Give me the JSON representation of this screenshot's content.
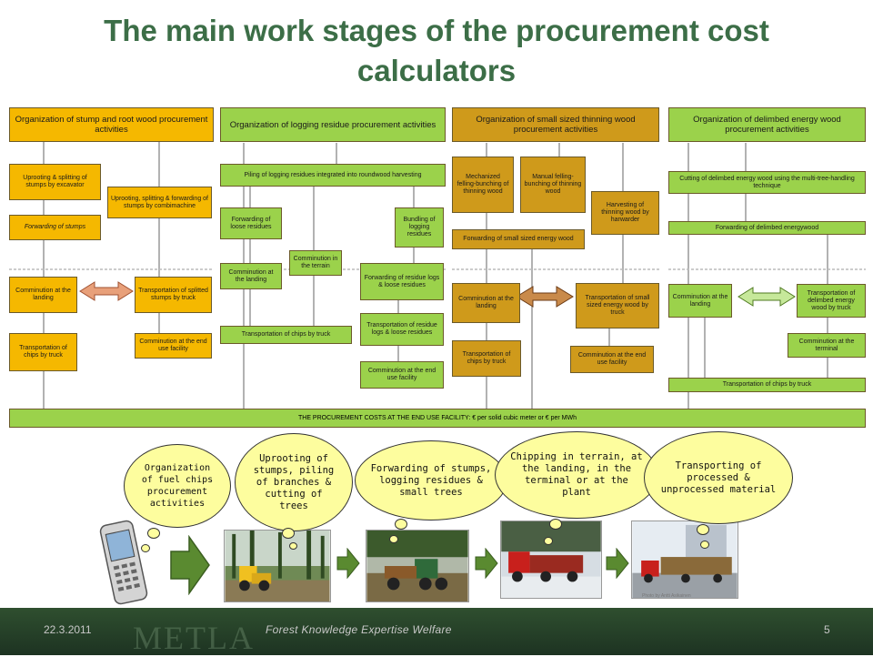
{
  "title": "The main work stages of the procurement cost calculators",
  "columns": [
    {
      "header": "Organization of stump and root wood procurement activities",
      "boxes": [
        "Uprooting & splitting of stumps by excavator",
        "Uprooting, splitting & forwarding of stumps by combimachine",
        "Forwarding of stumps",
        "Comminution at the landing",
        "Transportation of splitted stumps by truck",
        "Transportation of chips by truck",
        "Comminution at the end use facility"
      ]
    },
    {
      "header": "Organization of logging residue procurement activities",
      "boxes": [
        "Piling of logging residues integrated into roundwood harvesting",
        "Forwarding of loose residues",
        "Bundling of logging residues",
        "Comminution in the terrain",
        "Comminution at the landing",
        "Forwarding of residue logs & loose residues",
        "Transportation of residue logs & loose residues",
        "Transportation of chips by truck",
        "Comminution at the end use facility"
      ]
    },
    {
      "header": "Organization of small sized thinning wood procurement activities",
      "boxes": [
        "Mechanized felling-bunching of thinning wood",
        "Manual felling-bunching of thinning wood",
        "Harvesting of thinning wood by harwarder",
        "Forwarding of small sized energy wood",
        "Comminution at the landing",
        "Transportation of small sized energy wood by truck",
        "Transportation of chips by truck",
        "Comminution at the end use facility"
      ]
    },
    {
      "header": "Organization of delimbed energy wood procurement activities",
      "boxes": [
        "Cutting of delimbed energy wood using the multi-tree-handling technique",
        "Forwarding of delimbed energywood",
        "Comminution at the landing",
        "Transportation of delimbed energy wood by truck",
        "Comminution at the terminal",
        "Transportation of chips by truck"
      ]
    }
  ],
  "footer_box": "THE PROCUREMENT COSTS AT THE END USE FACILITY:  € per solid  cubic meter or € per MWh",
  "clouds": [
    "Organization of fuel chips procurement activities",
    "Uprooting of stumps, piling of branches & cutting of trees",
    "Forwarding of stumps, logging residues & small trees",
    "Chipping in terrain, at the landing, in the terminal or at the plant",
    "Transporting of processed & unprocessed material"
  ],
  "photo_credit": "Photo by Antti Asikainen",
  "footer": {
    "date": "22.3.2011",
    "slogan": "Forest   Knowledge   Expertise   Welfare",
    "page": "5",
    "logo": "METLA"
  },
  "colors": {
    "title": "#3c6e47",
    "stump": "#f5b800",
    "residue": "#9bd24b",
    "thinning": "#cf9a1b",
    "cloud": "#fdfd9e",
    "footer": "#2f4f2f"
  },
  "icons": [
    "mobile-phone-icon",
    "process-arrow-icon",
    "double-arrow-icon"
  ]
}
